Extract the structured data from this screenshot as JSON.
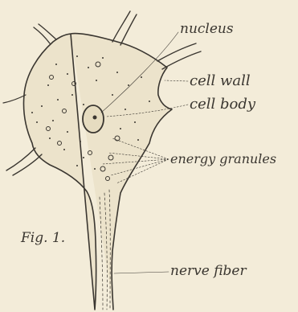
{
  "labels": {
    "nucleus": "nucleus",
    "cell_wall": "cell wall",
    "cell_body": "cell body",
    "energy_granules": "energy granules",
    "figure_caption": "Fig. 1.",
    "nerve_fiber": "nerve fiber"
  },
  "colors": {
    "paper": "#f3ecd9",
    "ink": "#3a3630",
    "fill": "#ece3cb"
  }
}
